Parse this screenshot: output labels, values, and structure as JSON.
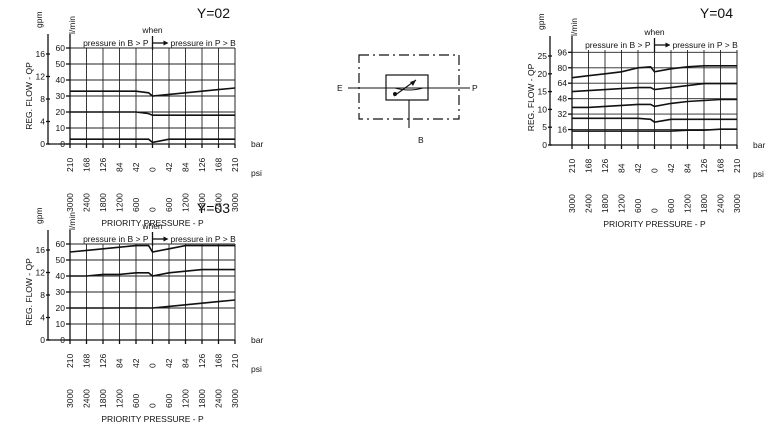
{
  "schematic": {
    "port_e": "E",
    "port_p": "P",
    "port_b": "B"
  },
  "chart_data": [
    {
      "type": "line",
      "title": "Y=02",
      "ylabel": "REG. FLOW - QP",
      "unit_gpm": "gpm",
      "unit_lmin": "l/min",
      "unit_bar": "bar",
      "unit_psi": "psi",
      "xlabel": "PRIORITY PRESSURE - P",
      "annotation_when": "when",
      "annotation_left": "pressure in B > P",
      "annotation_right": "pressure in P > B",
      "bar_ticks": [
        "210",
        "168",
        "126",
        "84",
        "42",
        "0",
        "42",
        "84",
        "126",
        "168",
        "210"
      ],
      "psi_ticks": [
        "3000",
        "2400",
        "1800",
        "1200",
        "600",
        "0",
        "600",
        "1200",
        "1800",
        "2400",
        "3000"
      ],
      "gpm_ticks": [
        "0",
        "4",
        "8",
        "12",
        "16"
      ],
      "lmin_ticks": [
        "0",
        "10",
        "20",
        "30",
        "40",
        "50",
        "60"
      ],
      "x": [
        -210,
        -168,
        -126,
        -84,
        -42,
        -10,
        0,
        42,
        84,
        126,
        168,
        210
      ],
      "ylim": [
        0,
        60
      ],
      "grid": true,
      "series": [
        {
          "values": [
            33,
            33,
            33,
            33,
            33,
            32,
            30,
            31,
            32,
            33,
            34,
            35
          ]
        },
        {
          "values": [
            20,
            20,
            20,
            20,
            20,
            19,
            18,
            18,
            18,
            18,
            18,
            18
          ]
        },
        {
          "values": [
            3,
            3,
            3,
            3,
            3,
            3,
            1,
            3,
            3,
            3,
            3,
            3
          ]
        }
      ]
    },
    {
      "type": "line",
      "title": "Y=03",
      "ylabel": "REG. FLOW - QP",
      "unit_gpm": "gpm",
      "unit_lmin": "l/min",
      "unit_bar": "bar",
      "unit_psi": "psi",
      "xlabel": "PRIORITY PRESSURE - P",
      "annotation_when": "when",
      "annotation_left": "pressure in B > P",
      "annotation_right": "pressure in P > B",
      "bar_ticks": [
        "210",
        "168",
        "126",
        "84",
        "42",
        "0",
        "42",
        "84",
        "126",
        "168",
        "210"
      ],
      "psi_ticks": [
        "3000",
        "2400",
        "1800",
        "1200",
        "600",
        "0",
        "600",
        "1200",
        "1800",
        "2400",
        "3000"
      ],
      "gpm_ticks": [
        "0",
        "4",
        "8",
        "12",
        "16"
      ],
      "lmin_ticks": [
        "0",
        "10",
        "20",
        "30",
        "40",
        "50",
        "60"
      ],
      "x": [
        -210,
        -168,
        -126,
        -84,
        -42,
        -10,
        0,
        42,
        84,
        126,
        168,
        210
      ],
      "ylim": [
        0,
        60
      ],
      "grid": true,
      "series": [
        {
          "values": [
            55,
            56,
            57,
            58,
            59,
            59,
            55,
            57,
            59,
            59,
            59,
            59
          ]
        },
        {
          "values": [
            40,
            40,
            41,
            41,
            42,
            42,
            40,
            42,
            43,
            44,
            44,
            44
          ]
        },
        {
          "values": [
            20,
            20,
            20,
            20,
            20,
            20,
            20,
            21,
            22,
            23,
            24,
            25
          ]
        }
      ]
    },
    {
      "type": "line",
      "title": "Y=04",
      "ylabel": "REG. FLOW - QP",
      "unit_gpm": "gpm",
      "unit_lmin": "l/min",
      "unit_bar": "bar",
      "unit_psi": "psi",
      "xlabel": "PRIORITY PRESSURE - P",
      "annotation_when": "when",
      "annotation_left": "pressure in B > P",
      "annotation_right": "pressure in P > B",
      "bar_ticks": [
        "210",
        "168",
        "126",
        "84",
        "42",
        "0",
        "42",
        "84",
        "126",
        "168",
        "210"
      ],
      "psi_ticks": [
        "3000",
        "2400",
        "1800",
        "1200",
        "600",
        "0",
        "600",
        "1200",
        "1800",
        "2400",
        "3000"
      ],
      "gpm_ticks": [
        "0",
        "5",
        "10",
        "15",
        "20",
        "25"
      ],
      "lmin_ticks": [
        "16",
        "32",
        "48",
        "64",
        "80",
        "96"
      ],
      "x": [
        -210,
        -168,
        -126,
        -84,
        -42,
        -10,
        0,
        42,
        84,
        126,
        168,
        210
      ],
      "ylim": [
        0,
        96
      ],
      "grid": true,
      "series": [
        {
          "values": [
            68,
            70,
            72,
            74,
            78,
            79,
            74,
            77,
            79,
            80,
            80,
            80
          ]
        },
        {
          "values": [
            54,
            55,
            56,
            57,
            58,
            58,
            56,
            58,
            60,
            62,
            62,
            62
          ]
        },
        {
          "values": [
            38,
            38,
            39,
            40,
            41,
            41,
            39,
            42,
            44,
            45,
            46,
            46
          ]
        },
        {
          "values": [
            27,
            27,
            27,
            27,
            27,
            26,
            23,
            26,
            26,
            26,
            26,
            26
          ]
        },
        {
          "values": [
            14,
            14,
            14,
            14,
            14,
            14,
            14,
            14,
            15,
            15,
            16,
            16
          ]
        }
      ]
    }
  ]
}
